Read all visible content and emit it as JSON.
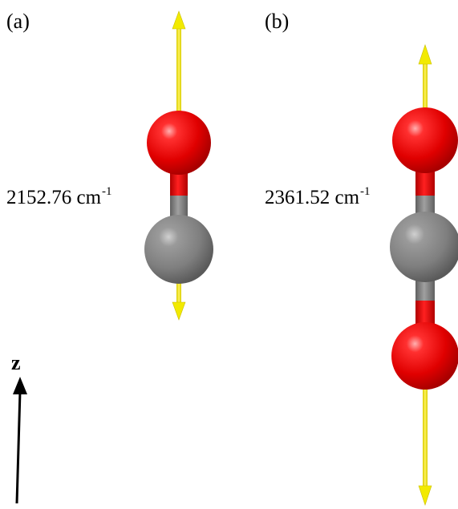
{
  "panels": [
    {
      "label": "(a)",
      "frequency": "2152.76 cm",
      "frequency_unit_exponent": "-1",
      "molecule": "CO",
      "atoms": [
        "O",
        "C"
      ]
    },
    {
      "label": "(b)",
      "frequency": "2361.52 cm",
      "frequency_unit_exponent": "-1",
      "molecule": "CO2",
      "atoms": [
        "O",
        "C",
        "O"
      ]
    }
  ],
  "axis": {
    "label": "z"
  },
  "colors": {
    "oxygen": "#e00000",
    "carbon": "#7f7f7f",
    "displacement_arrow": "#f2ea00",
    "axis_arrow": "#000000"
  }
}
